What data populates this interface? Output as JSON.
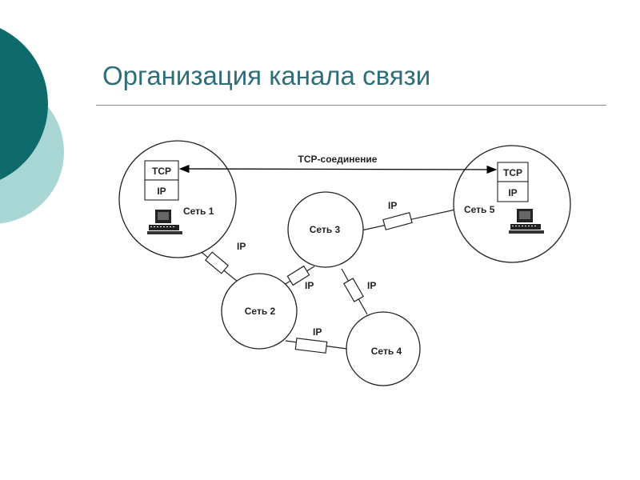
{
  "slide": {
    "title": "Организация канала связи"
  },
  "theme": {
    "circle_dark": "#0f6b6b",
    "circle_light": "#a9d7d5",
    "title_color": "#2f6e78",
    "rule_color": "#8a8a8a"
  },
  "diagram": {
    "connection_label": "TCP-соединение",
    "networks": {
      "net1": "Сеть 1",
      "net2": "Сеть 2",
      "net3": "Сеть 3",
      "net4": "Сеть 4",
      "net5": "Сеть 5"
    },
    "stack_left": {
      "top": "TCP",
      "bottom": "IP"
    },
    "stack_right": {
      "top": "TCP",
      "bottom": "IP"
    },
    "links": {
      "net1_net2": "IP",
      "net3_net5": "IP",
      "net2_net3": "IP",
      "net3_net4": "IP",
      "net2_net4": "IP"
    },
    "icons": {
      "host_left": "computer-icon",
      "host_right": "computer-icon"
    }
  }
}
